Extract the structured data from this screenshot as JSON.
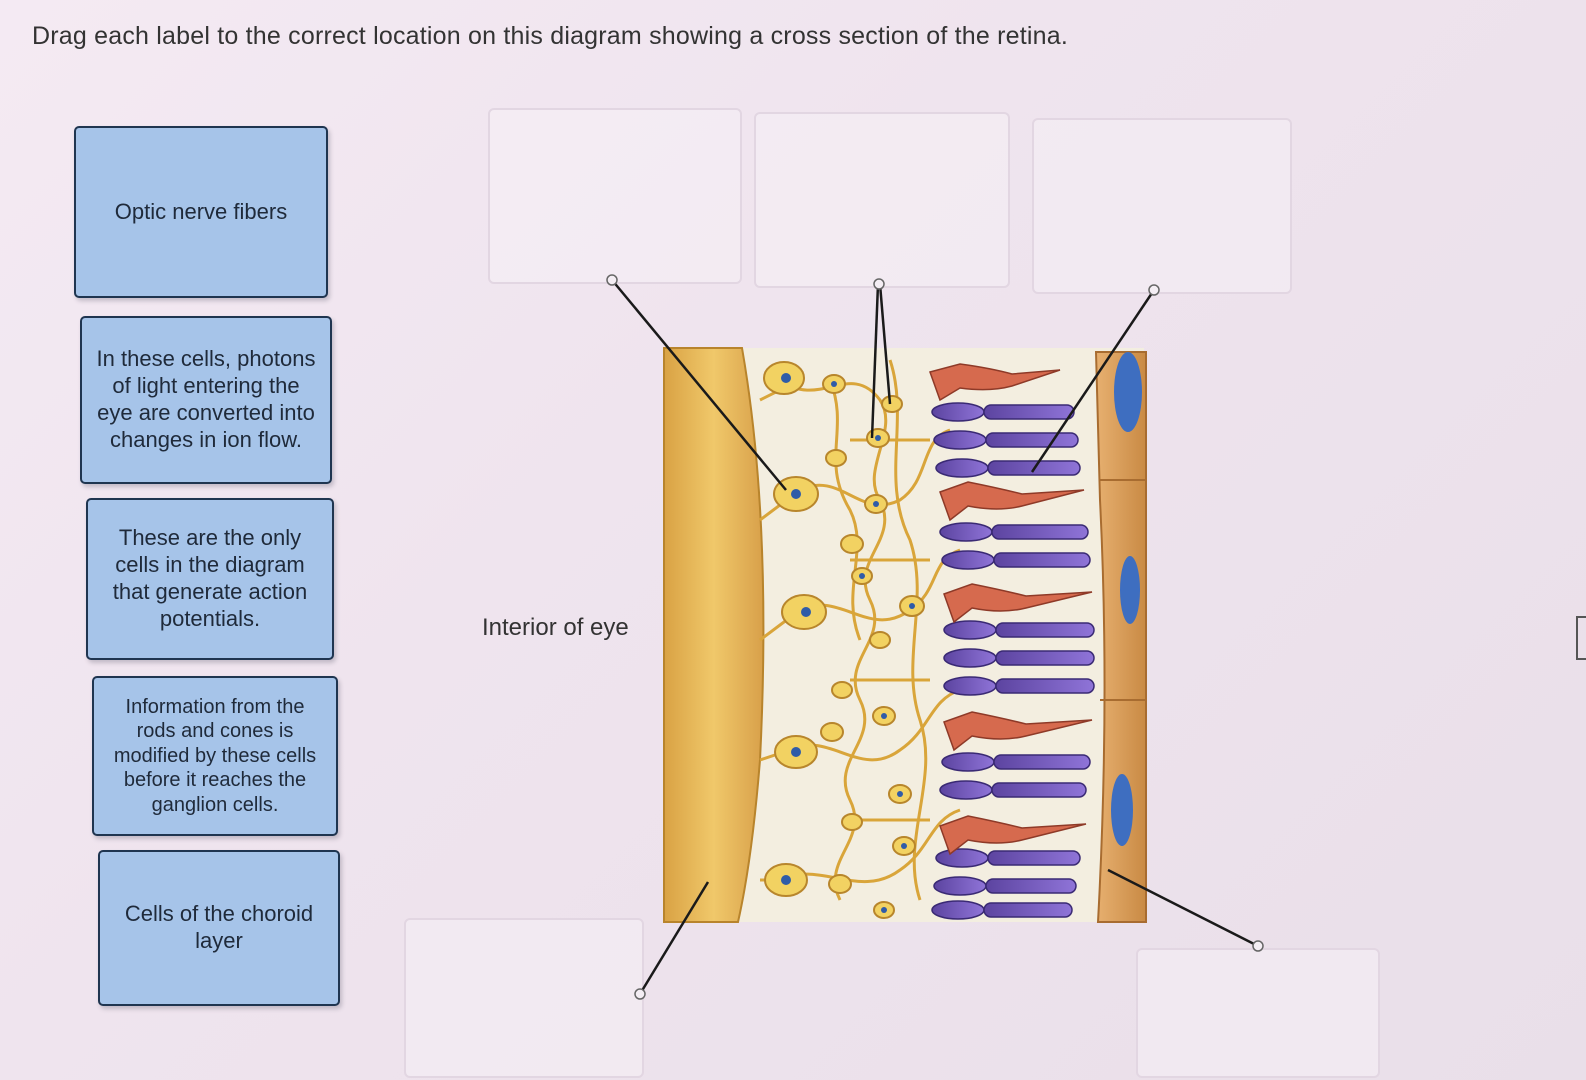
{
  "instruction": "Drag each label to the correct location on this diagram showing a cross section of the retina.",
  "labels": [
    {
      "text": "Optic nerve fibers"
    },
    {
      "text": "In these cells, photons of light entering the eye are converted into changes in ion flow."
    },
    {
      "text": "These are the only cells in the diagram that generate action potentials."
    },
    {
      "text": "Information from the rods and cones is modified by these cells before it reaches the ganglion cells."
    },
    {
      "text": "Cells of the choroid layer"
    }
  ],
  "diagram_text": {
    "interior": "Interior of eye"
  },
  "colors": {
    "label_fill": "#a6c4e9",
    "label_border": "#1f3550",
    "fiber_layer": "#e2b453",
    "neuron": "#f0cf5a",
    "rod": "#7a5cc0",
    "cone": "#d66a4e",
    "pigment": "#e4a35a"
  }
}
